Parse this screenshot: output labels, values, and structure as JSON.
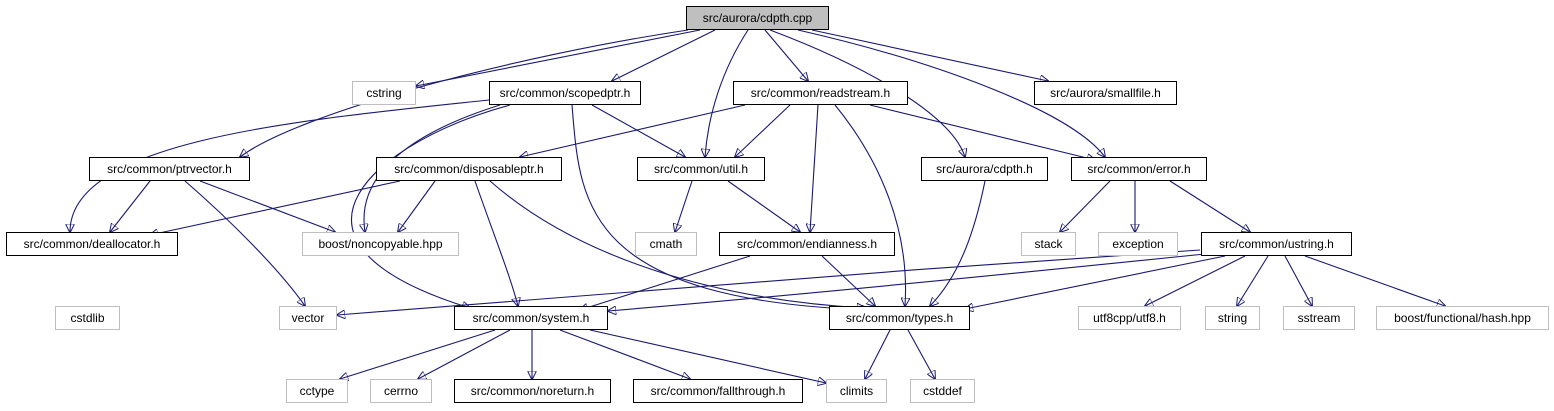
{
  "colors": {
    "edge": "#191970",
    "root_fill": "#bfbfbf",
    "ext_border": "#bfbfbf",
    "node_border": "#000000"
  },
  "nodes": {
    "cdpth_cpp": "src/aurora/cdpth.cpp",
    "cstring": "cstring",
    "scopedptr": "src/common/scopedptr.h",
    "readstream": "src/common/readstream.h",
    "smallfile": "src/aurora/smallfile.h",
    "ptrvector": "src/common/ptrvector.h",
    "disposableptr": "src/common/disposableptr.h",
    "util": "src/common/util.h",
    "cdpth_h": "src/aurora/cdpth.h",
    "error": "src/common/error.h",
    "deallocator": "src/common/deallocator.h",
    "noncopyable": "boost/noncopyable.hpp",
    "cmath": "cmath",
    "endianness": "src/common/endianness.h",
    "stack": "stack",
    "exception": "exception",
    "ustring": "src/common/ustring.h",
    "cstdlib": "cstdlib",
    "vector": "vector",
    "system": "src/common/system.h",
    "types": "src/common/types.h",
    "utf8": "utf8cpp/utf8.h",
    "string": "string",
    "sstream": "sstream",
    "hash": "boost/functional/hash.hpp",
    "cctype": "cctype",
    "cerrno": "cerrno",
    "noreturn": "src/common/noreturn.h",
    "fallthrough": "src/common/fallthrough.h",
    "climits": "climits",
    "cstddef": "cstddef"
  }
}
